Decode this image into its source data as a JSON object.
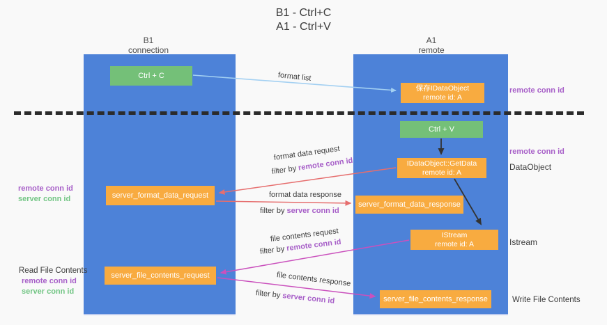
{
  "title": {
    "line1": "B1 - Ctrl+C",
    "line2": "A1 - Ctrl+V"
  },
  "lanes": {
    "left": {
      "title": "B1",
      "subtitle": "connection"
    },
    "right": {
      "title": "A1",
      "subtitle": "remote"
    }
  },
  "boxes": {
    "ctrl_c": {
      "label": "Ctrl + C"
    },
    "ctrl_v": {
      "label": "Ctrl + V"
    },
    "save_idataobject": {
      "line1": "保存IDataObject",
      "line2": "remote id: A"
    },
    "idataobject_getdata": {
      "line1": "IDataObject::GetData",
      "line2": "remote id: A"
    },
    "istream": {
      "line1": "IStream",
      "line2": "remote id: A"
    },
    "server_format_data_request": {
      "label": "server_format_data_request"
    },
    "server_format_data_response": {
      "label": "server_format_data_response"
    },
    "server_file_contents_request": {
      "label": "server_file_contents_request"
    },
    "server_file_contents_response": {
      "label": "server_file_contents_response"
    }
  },
  "edge_labels": {
    "format_list": "format list",
    "format_data_request": "format data request",
    "format_data_response": "format data response",
    "file_contents_request": "file contents request",
    "file_contents_response": "file contents response",
    "filter_prefix": "filter by ",
    "remote_conn_id": "remote conn id",
    "server_conn_id": "server conn id"
  },
  "side_labels": {
    "left_mid": {
      "remote": "remote conn id",
      "server": "server conn id"
    },
    "left_bottom": {
      "title": "Read File Contents",
      "remote": "remote conn id",
      "server": "server conn id"
    },
    "right": {
      "remote_top": "remote conn id",
      "remote_mid": "remote conn id",
      "dataobject": "DataObject",
      "istream": "Istream",
      "write": "Write File Contents"
    }
  },
  "colors": {
    "lane_blue": "#4d82d8",
    "box_orange": "#f8ab40",
    "box_green": "#74c078",
    "purple_id": "#a75fc8",
    "green_id": "#72c584",
    "arrow_light_blue": "#a3d0f2",
    "arrow_red": "#e66e6e",
    "arrow_magenta": "#ca51bd",
    "arrow_black": "#333333"
  }
}
